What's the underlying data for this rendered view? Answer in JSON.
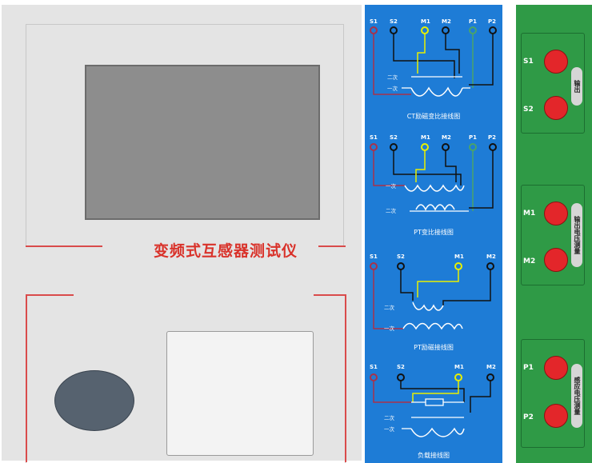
{
  "device": {
    "title": "变频式互感器测试仪"
  },
  "wiring": {
    "diagrams": [
      {
        "title": "CT励磁变比接线图",
        "pins": [
          "S1",
          "S2",
          "M1",
          "M2",
          "P1",
          "P2"
        ],
        "coil_labels": [
          "二次",
          "一次"
        ]
      },
      {
        "title": "PT变比接线图",
        "pins": [
          "S1",
          "S2",
          "M1",
          "M2",
          "P1",
          "P2"
        ],
        "coil_labels": [
          "一次",
          "二次"
        ]
      },
      {
        "title": "PT励磁接线图",
        "pins": [
          "S1",
          "S2",
          "M1",
          "M2"
        ],
        "coil_labels": [
          "二次",
          "一次"
        ]
      },
      {
        "title": "负载接线图",
        "pins": [
          "S1",
          "S2",
          "M1",
          "M2"
        ],
        "coil_labels": [
          "二次",
          "一次"
        ]
      }
    ]
  },
  "outputs": {
    "groups": [
      {
        "tag": "输出",
        "pins": [
          "S1",
          "S2"
        ]
      },
      {
        "tag": "输出电压测量",
        "pins": [
          "M1",
          "M2"
        ]
      },
      {
        "tag": "感应电压测量",
        "pins": [
          "P1",
          "P2"
        ]
      }
    ]
  },
  "colors": {
    "panel_grey": "#e4e4e4",
    "wiring_blue": "#1e7cd6",
    "output_green": "#2f9a46",
    "terminal_red": "#e3262a",
    "title_red": "#d9322a",
    "pin_s1": "#a8324a",
    "pin_m1": "#e8f000",
    "pin_p1": "#4aa36a",
    "pin_dark": "#111111"
  }
}
